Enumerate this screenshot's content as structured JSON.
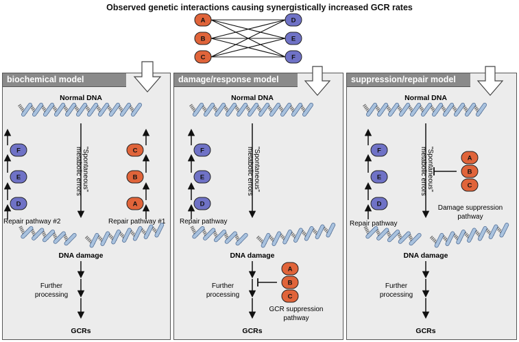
{
  "title": "Observed genetic interactions causing synergistically increased GCR rates",
  "network": {
    "left_nodes": [
      "A",
      "B",
      "C"
    ],
    "right_nodes": [
      "D",
      "E",
      "F"
    ]
  },
  "colors": {
    "orange": "#e0643a",
    "blue": "#6f72c6",
    "panel_bg": "#ececec",
    "header_bg": "#8a8a8a",
    "strand": "#a9c2de"
  },
  "panels": [
    {
      "title": "biochemical model",
      "normal_dna": "Normal DNA",
      "spontaneous": "\"Spontaneous\"",
      "metabolic": "metabolic errors",
      "left_pathway_label": "Repair pathway #2",
      "left_pathway_nodes": [
        "D",
        "E",
        "F"
      ],
      "right_pathway_label": "Repair pathway #1",
      "right_pathway_nodes": [
        "A",
        "B",
        "C"
      ],
      "dna_damage": "DNA damage",
      "further_1": "Further",
      "further_2": "processing",
      "gcrs": "GCRs"
    },
    {
      "title": "damage/response model",
      "normal_dna": "Normal DNA",
      "spontaneous": "\"Spontaneous\"",
      "metabolic": "metabolic errors",
      "left_pathway_label": "Repair pathway",
      "left_pathway_nodes": [
        "D",
        "E",
        "F"
      ],
      "suppression_nodes": [
        "A",
        "B",
        "C"
      ],
      "suppression_label_1": "GCR suppression",
      "suppression_label_2": "pathway",
      "dna_damage": "DNA damage",
      "further_1": "Further",
      "further_2": "processing",
      "gcrs": "GCRs"
    },
    {
      "title": "suppression/repair model",
      "normal_dna": "Normal DNA",
      "spontaneous": "\"Spontaneous\"",
      "metabolic": "metabolic errors",
      "left_pathway_label": "Repair pathway",
      "left_pathway_nodes": [
        "D",
        "E",
        "F"
      ],
      "suppression_nodes": [
        "A",
        "B",
        "C"
      ],
      "suppression_label_1": "Damage suppression",
      "suppression_label_2": "pathway",
      "dna_damage": "DNA damage",
      "further_1": "Further",
      "further_2": "processing",
      "gcrs": "GCRs"
    }
  ]
}
